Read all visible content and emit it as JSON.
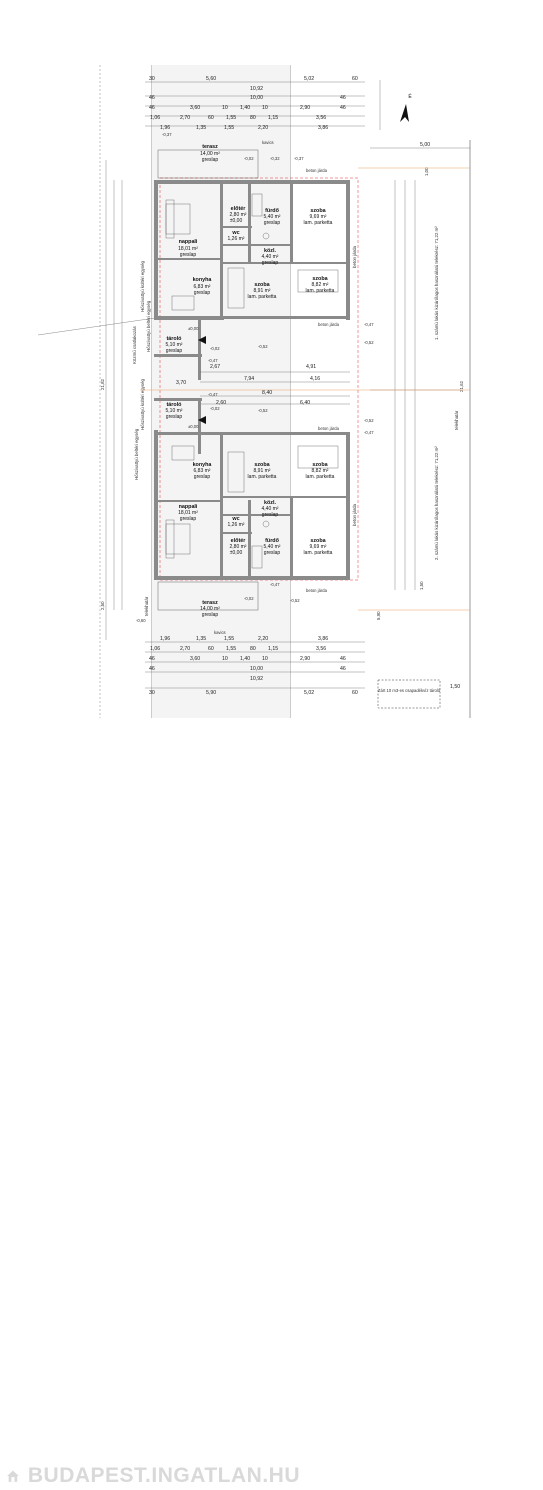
{
  "top_dims": {
    "row1": [
      "30",
      "5,60",
      "5,02",
      "60"
    ],
    "row1b": "10,92",
    "row2": [
      "46",
      "10,00",
      "46"
    ],
    "row3": [
      "46",
      "3,60",
      "10",
      "1,40",
      "10",
      "2,90",
      "46"
    ],
    "row4": [
      "1,06",
      "2,70",
      "60",
      "1,55",
      "80",
      "1,15",
      "3,56"
    ],
    "row5": [
      "1,96",
      "1,35",
      "1,55",
      "2,20",
      "3,86"
    ],
    "level_a": "-0,37",
    "kavics": "kavics",
    "level_b": "-0,32",
    "level_c": "-0,37"
  },
  "bottom_dims": {
    "kavics": "kavics",
    "row1": [
      "1,96",
      "1,35",
      "1,55",
      "2,20",
      "3,86"
    ],
    "row2": [
      "1,06",
      "2,70",
      "60",
      "1,55",
      "80",
      "1,15",
      "3,56"
    ],
    "row3": [
      "46",
      "3,60",
      "10",
      "1,40",
      "10",
      "2,90",
      "46"
    ],
    "row4": [
      "46",
      "10,00",
      "46"
    ],
    "row4b": "10,92",
    "row5": [
      "30",
      "5,90",
      "5,02",
      "60"
    ],
    "level": "-0,60",
    "telekhatar": "telekhatár"
  },
  "right_dims": {
    "top": "5,00",
    "side_a": "1,00",
    "side_b": "1,50",
    "width_label": "5,90",
    "total": "21,62",
    "unit1": "1. számú lakás kizárólagos használatú telekrész: 71,22 m²",
    "unit2": "2. számú lakás kizárólagos használatú telekrész: 71,22 m²",
    "lot": "telekhatár",
    "tank_label": "Zárt 10 m3-es csapadékvíz tároló",
    "tank_dim": "1,50"
  },
  "left_dims": {
    "total": "21,82",
    "side": "2,50",
    "utility": "Közmű csatlakozás",
    "v1": "Hőszivattyú beltéri egység",
    "v2": "Hőszivattyú kültéri egység"
  },
  "unit_top": {
    "terrace": {
      "name": "terasz",
      "area": "14,00 m²",
      "floor": "greslap"
    },
    "living": {
      "name": "nappali",
      "area": "18,01 m²",
      "floor": "greslap"
    },
    "kitchen": {
      "name": "konyha",
      "area": "6,83 m²",
      "floor": "greslap"
    },
    "hall": {
      "name": "előtér",
      "area": "2,80 m²",
      "floor": "±0,00"
    },
    "bath": {
      "name": "fürdő",
      "area": "5,40 m²",
      "floor": "greslap"
    },
    "wc": {
      "name": "wc",
      "area": "1,26 m²"
    },
    "corridor": {
      "name": "közl.",
      "area": "4,40 m²",
      "floor": "greslap"
    },
    "room1": {
      "name": "szoba",
      "area": "9,69 m²",
      "floor": "lam. parketta"
    },
    "room2": {
      "name": "szoba",
      "area": "8,82 m²",
      "floor": "lam. parketta"
    },
    "room3": {
      "name": "szoba",
      "area": "8,91 m²",
      "floor": "lam. parketta"
    },
    "storage": {
      "name": "tároló",
      "area": "5,10 m²",
      "floor": "greslap"
    },
    "walkway": "beton járda",
    "lvl1": "-0,02",
    "lvl2": "-0,47",
    "lvl3": "-0,52",
    "lvl4": "±0,00"
  },
  "unit_bottom": {
    "terrace": {
      "name": "terasz",
      "area": "14,00 m²",
      "floor": "greslap"
    },
    "living": {
      "name": "nappali",
      "area": "18,01 m²",
      "floor": "greslap"
    },
    "kitchen": {
      "name": "konyha",
      "area": "6,83 m²",
      "floor": "greslap"
    },
    "hall": {
      "name": "előtér",
      "area": "2,80 m²",
      "floor": "±0,00"
    },
    "bath": {
      "name": "fürdő",
      "area": "5,40 m²",
      "floor": "greslap"
    },
    "wc": {
      "name": "wc",
      "area": "1,26 m²"
    },
    "corridor": {
      "name": "közl.",
      "area": "4,40 m²",
      "floor": "greslap"
    },
    "room1": {
      "name": "szoba",
      "area": "9,69 m²",
      "floor": "lam. parketta"
    },
    "room2": {
      "name": "szoba",
      "area": "8,82 m²",
      "floor": "lam. parketta"
    },
    "room3": {
      "name": "szoba",
      "area": "8,91 m²",
      "floor": "lam. parketta"
    },
    "storage": {
      "name": "tároló",
      "area": "5,10 m²",
      "floor": "greslap"
    },
    "walkway": "beton járda",
    "lvl1": "-0,02",
    "lvl2": "-0,47",
    "lvl3": "-0,52",
    "lvl4": "±0,00"
  },
  "middle_dims": {
    "a": "4,91",
    "b": "7,94",
    "c": "4,16",
    "d": "8,40",
    "e": "6,40",
    "f": "2,60",
    "g": "2,67",
    "h": "3,70"
  },
  "north_label": "É",
  "brand": "BUDAPEST.INGATLAN.HU",
  "colors": {
    "wall": "#8a8a8a",
    "dim": "#222222",
    "brand": "#d9d9d9",
    "redline": "#e03030",
    "orange": "#e8a060"
  }
}
